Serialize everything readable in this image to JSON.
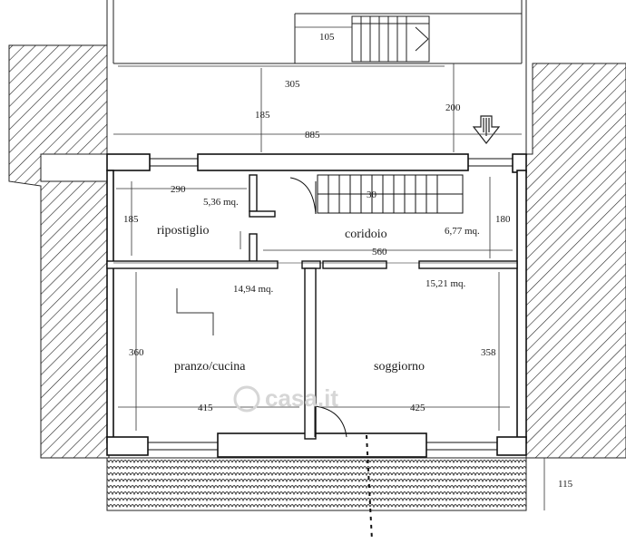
{
  "rooms": {
    "ripostiglio": {
      "name": "ripostiglio",
      "area": "5,36 mq."
    },
    "corridoio": {
      "name": "coridoio",
      "area": "6,77 mq."
    },
    "pranzo": {
      "name": "pranzo/cucina",
      "area": "14,94 mq."
    },
    "soggiorno": {
      "name": "soggiorno",
      "area": "15,21 mq."
    }
  },
  "dimensions": {
    "top_stair_105": "105",
    "terrace_305": "305",
    "terrace_185": "185",
    "terrace_200": "200",
    "terrace_885": "885",
    "rip_290": "290",
    "rip_185": "185",
    "stair_30": "30",
    "corr_180": "180",
    "corr_560": "560",
    "pranzo_360": "360",
    "pranzo_415": "415",
    "sogg_358": "358",
    "sogg_425": "425",
    "ext_115": "115"
  },
  "watermark": "casa.it"
}
